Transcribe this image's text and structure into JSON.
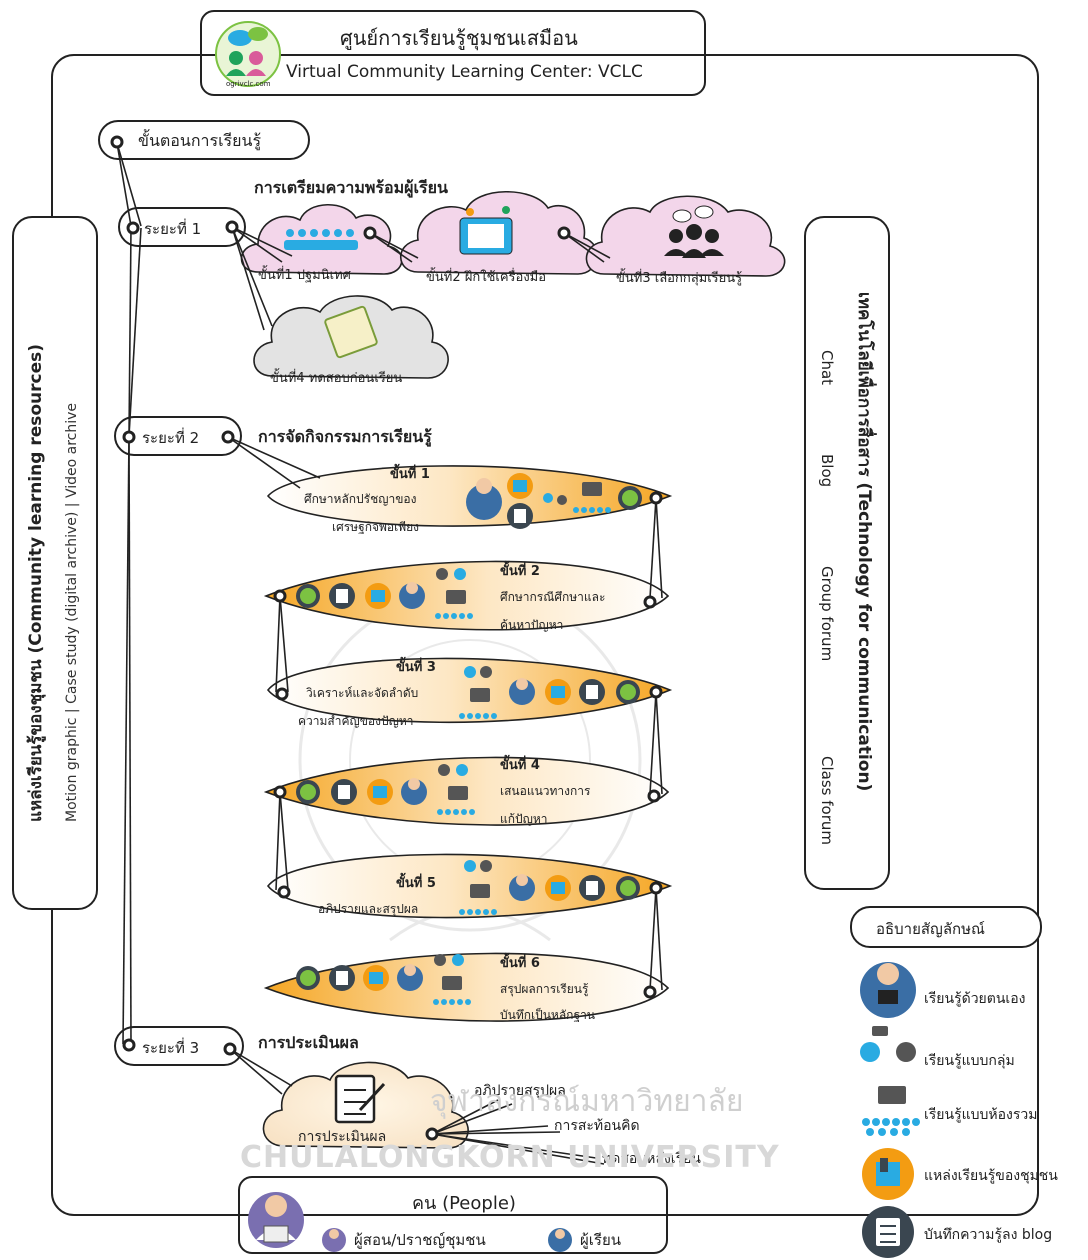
{
  "header": {
    "title_th": "ศูนย์การเรียนรู้ชุมชนเสมือน",
    "title_en": "Virtual Community Learning Center: VCLC",
    "logo_text": "ogrivclc.com"
  },
  "left_panel": {
    "title": "แหล่งเรียนรู้ของชุมชน (Community learning resources)",
    "subtitle": "Motion graphic | Case study (digital archive) | Video archive"
  },
  "right_panel": {
    "title": "เทคโนโลยีเพื่อการสื่อสาร (Technology for communication)",
    "items": [
      "Chat",
      "Blog",
      "Group forum",
      "Class forum"
    ]
  },
  "process": {
    "label": "ขั้นตอนการเรียนรู้",
    "phase1": {
      "label": "ระยะที่ 1",
      "title": "การเตรียมความพร้อมผู้เรียน",
      "steps": [
        "ขั้นที่1 ปฐมนิเทศ",
        "ขั้นที่2 ฝึกใช้เครื่องมือ",
        "ขั้นที่3 เลือกกลุ่มเรียนรู้",
        "ขั้นที่4 ทดสอบก่อนเรียน"
      ]
    },
    "phase2": {
      "label": "ระยะที่ 2",
      "title": "การจัดกิจกรรมการเรียนรู้",
      "steps": [
        {
          "head": "ขั้นที่ 1",
          "line1": "ศึกษาหลักปรัชญาของ",
          "line2": "เศรษฐกิจพอเพียง"
        },
        {
          "head": "ขั้นที่ 2",
          "line1": "ศึกษากรณีศึกษาและ",
          "line2": "ค้นหาปัญหา"
        },
        {
          "head": "ขั้นที่ 3",
          "line1": "วิเคราะห์และจัดลำดับ",
          "line2": "ความสำคัญของปัญหา"
        },
        {
          "head": "ขั้นที่ 4",
          "line1": "เสนอแนวทางการ",
          "line2": "แก้ปัญหา"
        },
        {
          "head": "ขั้นที่ 5",
          "line1": "อภิปรายและสรุปผล",
          "line2": ""
        },
        {
          "head": "ขั้นที่ 6",
          "line1": "สรุปผลการเรียนรู้",
          "line2": "บันทึกเป็นหลักฐาน"
        }
      ]
    },
    "phase3": {
      "label": "ระยะที่ 3",
      "title": "การประเมินผล",
      "center": "การประเมินผล",
      "branches": [
        "อภิปรายสรุปผล",
        "การสะท้อนคิด",
        "ทดสอบหลังเรียน"
      ]
    }
  },
  "watermark": {
    "line1": "จุฬาลงกรณ์มหาวิทยาลัย",
    "line2": "CHULALONGKORN UNIVERSITY"
  },
  "people": {
    "title": "คน (People)",
    "teacher": "ผู้สอน/ปราชญ์ชุมชน",
    "learner": "ผู้เรียน"
  },
  "legend": {
    "title": "อธิบายสัญลักษณ์",
    "items": [
      {
        "icon": "self-study-icon",
        "label": "เรียนรู้ด้วยตนเอง"
      },
      {
        "icon": "group-learning-icon",
        "label": "เรียนรู้แบบกลุ่ม"
      },
      {
        "icon": "class-learning-icon",
        "label": "เรียนรู้แบบห้องรวม"
      },
      {
        "icon": "community-resource-icon",
        "label": "แหล่งเรียนรู้ของชุมชน"
      },
      {
        "icon": "blog-note-icon",
        "label": "บันทึกความรู้ลง blog"
      }
    ]
  },
  "colors": {
    "pink": "#f3d6ea",
    "orange": "#f39c12",
    "blue": "#29abe2",
    "dark": "#3a4650",
    "green": "#1fa35b"
  }
}
